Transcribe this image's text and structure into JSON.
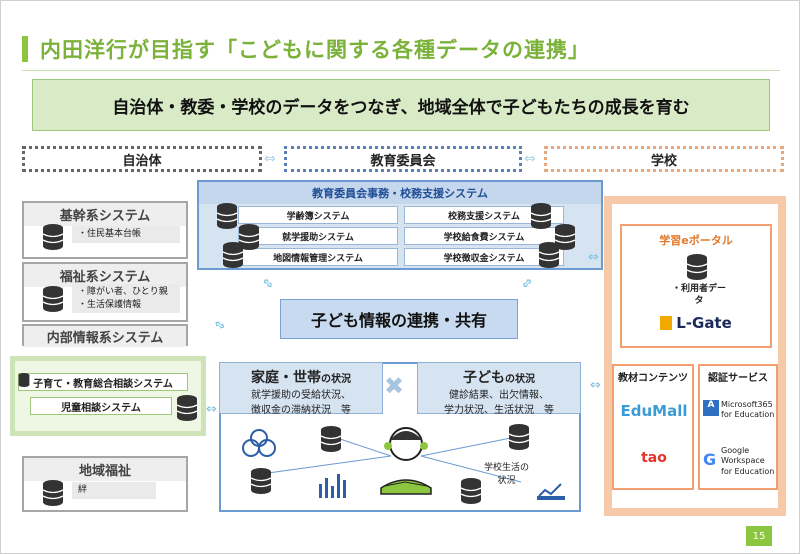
{
  "title": "内田洋行が目指す「こどもに関する各種データの連携」",
  "subtitle": "自治体・教委・学校のデータをつなぎ、地域全体で子どもたちの成長を育む",
  "headers": {
    "municipality": "自治体",
    "board": "教育委員会",
    "school": "学校"
  },
  "left": {
    "core": {
      "title": "基幹系システム",
      "item": "・住民基本台帳"
    },
    "welfare": {
      "title": "福祉系システム",
      "item1": "・障がい者、ひとり親",
      "item2": "・生活保護情報"
    },
    "internal": {
      "title": "内部情報系システム"
    },
    "child_support": {
      "item1": "子育て・教育総合相談システム",
      "item2": "児童相談システム"
    },
    "regional": {
      "title": "地域福祉",
      "item": "絆"
    }
  },
  "board_system": {
    "title": "教育委員会事務・校務支援システム",
    "items": [
      "学齢簿システム",
      "就学援助システム",
      "地図情報管理システム",
      "校務支援システム",
      "学校給食費システム",
      "学校徴収金システム"
    ]
  },
  "center": {
    "label": "子ども情報の連携・共有"
  },
  "family": {
    "title": "家庭・世帯",
    "suffix": "の状況",
    "line1": "就学援助の受給状況、",
    "line2": "徴収金の滞納状況　等"
  },
  "child": {
    "title": "子ども",
    "suffix": "の状況",
    "line1": "健診結果、出欠情報、",
    "line2": "学力状況、生活状況　等"
  },
  "bottom": {
    "school_life": "学校生活の",
    "status": "状況"
  },
  "school_panel": {
    "portal": "学習eポータル",
    "user_data": "・利用者デー",
    "user_data2": "タ",
    "lgate": "L-Gate",
    "content_title": "教材コンテンツ",
    "auth_title": "認証サービス",
    "edumall": "EduMall",
    "tao": "tao",
    "ms_line1": "Microsoft365",
    "ms_line2": "for Education",
    "g_line1": "Google",
    "g_line2": "Workspace",
    "g_line3": "for Education"
  },
  "page_number": "15"
}
